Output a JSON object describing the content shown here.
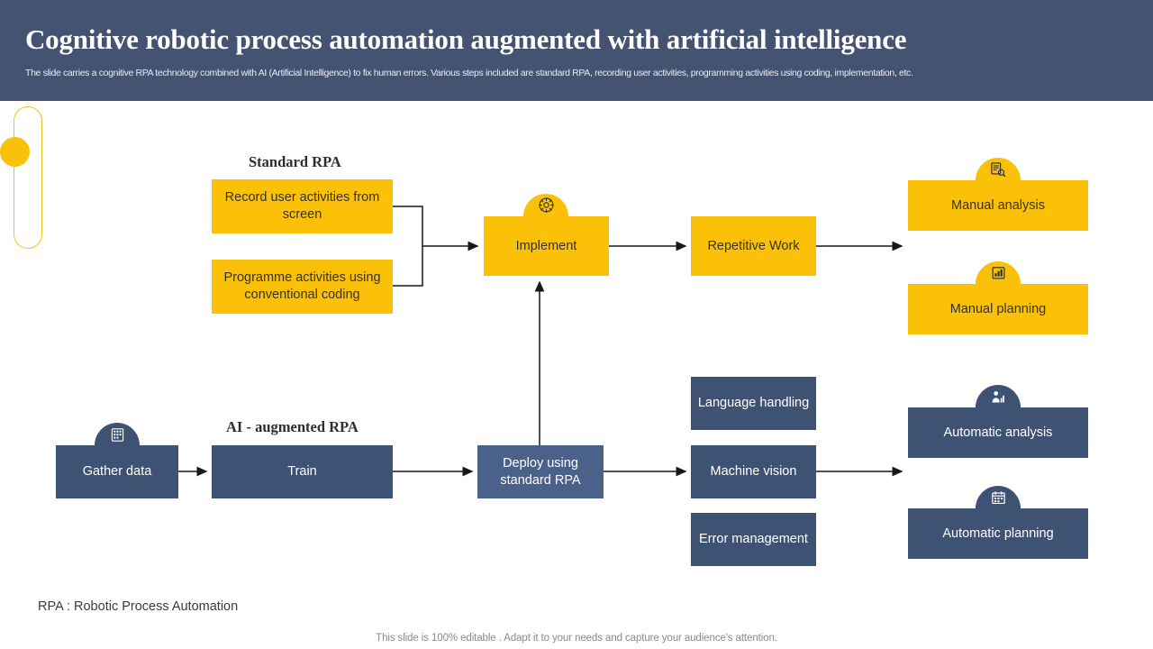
{
  "header": {
    "title": "Cognitive robotic process automation augmented with artificial intelligence",
    "subtitle": "The slide carries a cognitive RPA technology combined with AI (Artificial Intelligence) to fix human errors. Various steps included are standard RPA, recording user activities, programming activities using coding, implementation, etc.",
    "bg_color": "#455372"
  },
  "palette": {
    "yellow": "#fbc108",
    "blue": "#3e5374",
    "blue_light": "#4a618a",
    "deco_yellow_outline": "#f0c419",
    "deco_yellow_fill": "#f9c20a"
  },
  "sections": {
    "standard_rpa_title": "Standard RPA",
    "ai_augmented_title": "AI - augmented RPA"
  },
  "nodes": {
    "record_user": "Record user activities from screen",
    "programme": "Programme activities using conventional  coding",
    "implement": "Implement",
    "repetitive_work": "Repetitive Work",
    "manual_analysis": "Manual analysis",
    "manual_planning": "Manual planning",
    "gather_data": "Gather data",
    "train": "Train",
    "deploy": "Deploy using standard RPA",
    "language_handling": "Language handling",
    "machine_vision": "Machine vision",
    "error_management": "Error management",
    "automatic_analysis": "Automatic analysis",
    "automatic_planning": "Automatic planning"
  },
  "icons": {
    "implement": "gear-icon",
    "manual_analysis": "document-search-icon",
    "manual_planning": "chart-board-icon",
    "gather_data": "server-rack-icon",
    "automatic_analysis": "analytics-person-icon",
    "automatic_planning": "calendar-plan-icon"
  },
  "footnote": "RPA : Robotic Process Automation",
  "footer_note": "This slide is 100% editable . Adapt it to your needs and capture your audience's attention."
}
